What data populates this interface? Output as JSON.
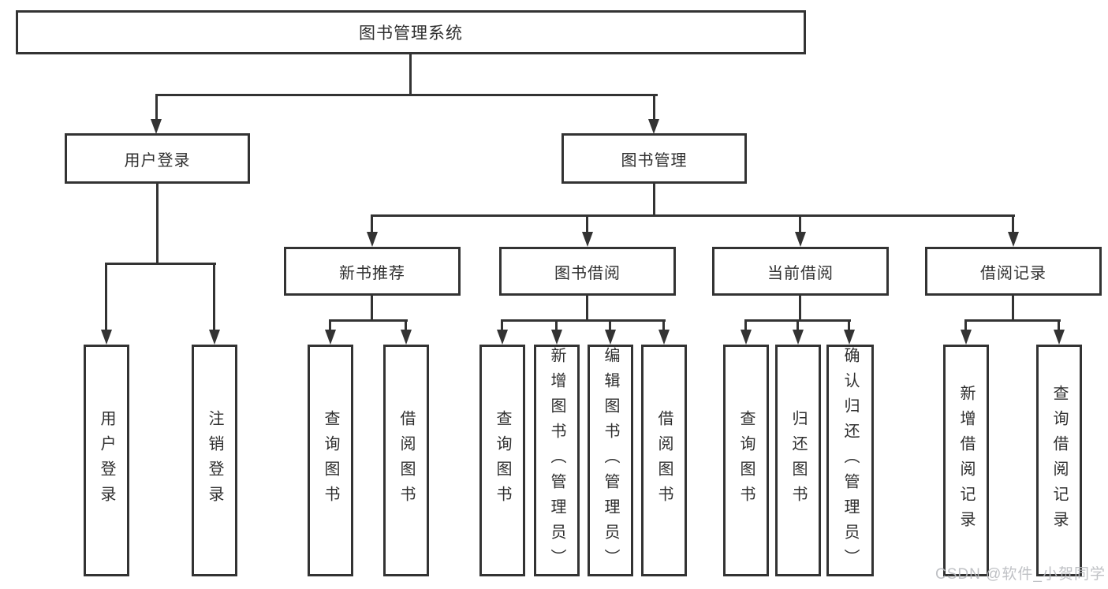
{
  "diagram": {
    "root": {
      "label": "图书管理系统"
    },
    "branches": [
      {
        "label": "用户登录",
        "children": [
          {
            "label": "用户登录"
          },
          {
            "label": "注销登录"
          }
        ]
      },
      {
        "label": "图书管理",
        "children": [
          {
            "label": "新书推荐",
            "children": [
              {
                "label": "查询图书"
              },
              {
                "label": "借阅图书"
              }
            ]
          },
          {
            "label": "图书借阅",
            "children": [
              {
                "label": "查询图书"
              },
              {
                "label": "新增图书（管理员）"
              },
              {
                "label": "编辑图书（管理员）"
              },
              {
                "label": "借阅图书"
              }
            ]
          },
          {
            "label": "当前借阅",
            "children": [
              {
                "label": "查询图书"
              },
              {
                "label": "归还图书"
              },
              {
                "label": "确认归还（管理员）"
              }
            ]
          },
          {
            "label": "借阅记录",
            "children": [
              {
                "label": "新增借阅记录"
              },
              {
                "label": "查询借阅记录"
              }
            ]
          }
        ]
      }
    ]
  },
  "watermark": {
    "text": "CSDN @软件_小贺同学",
    "color": "#b9bbbf"
  },
  "colors": {
    "line": "#333333",
    "text": "#2f2f2f",
    "box_background": "#ffffff"
  }
}
